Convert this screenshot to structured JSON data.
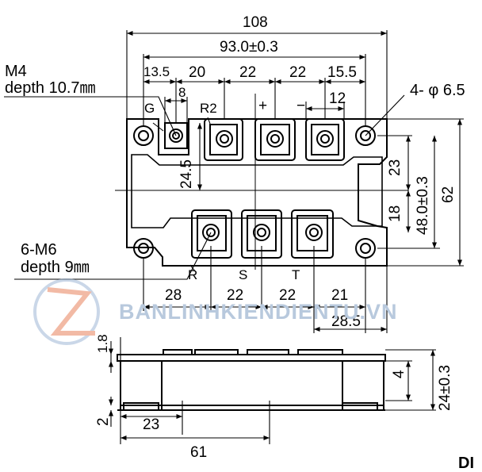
{
  "top_view": {
    "dims": {
      "overall_width": "108",
      "mount_pitch": "93.0±0.3",
      "d_13_5": "13.5",
      "d_20": "20",
      "d_22a": "22",
      "d_22b": "22",
      "d_15_5": "15.5",
      "d_8": "8",
      "d_12": "12",
      "d_24_5": "24.5",
      "d_23": "23",
      "d_18": "18",
      "d_48": "48.0±0.3",
      "d_62": "62",
      "d_28": "28",
      "d_22c": "22",
      "d_22d": "22",
      "d_21": "21",
      "d_28_5": "28.5"
    },
    "notes": {
      "m4_line1": "M4",
      "m4_line2": "depth 10.7㎜",
      "m6_line1": "6-M6",
      "m6_line2": "depth 9㎜",
      "holes": "4- φ 6.5"
    },
    "terminals": {
      "g": "G",
      "r2": "R2",
      "plus": "+",
      "minus": "−",
      "r": "R",
      "s": "S",
      "t": "T"
    }
  },
  "side_view": {
    "dims": {
      "d_1_8": "1.8",
      "d_2": "2",
      "d_23": "23",
      "d_61": "61",
      "d_4": "4",
      "d_24": "24±0.3"
    }
  },
  "watermark": "BANLINHKIENDIENTU.VN",
  "corner_text": "DI"
}
